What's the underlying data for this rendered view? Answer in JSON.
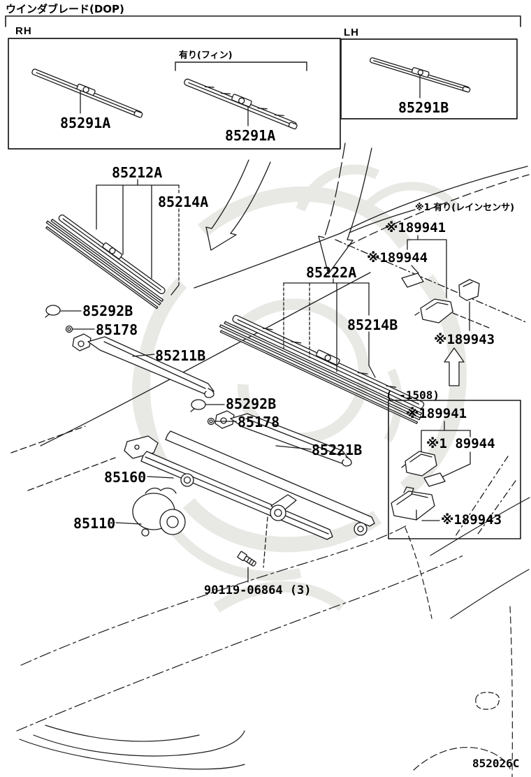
{
  "header": {
    "title": "ウインダブレード(DOP)"
  },
  "rh_panel": {
    "label": "RH",
    "part1": "85291A",
    "fin_note": "有り(フィン)",
    "part2": "85291A"
  },
  "lh_panel": {
    "label": "LH",
    "part": "85291B"
  },
  "main": {
    "blade1": {
      "frame": "85212A",
      "refill": "85214A"
    },
    "blade2": {
      "frame": "85222A",
      "refill": "85214B"
    },
    "arm_rh": {
      "cap": "85292B",
      "nut": "85178",
      "arm": "85211B"
    },
    "arm_lh": {
      "cap": "85292B",
      "nut": "85178",
      "arm": "85221B"
    },
    "link": "85160",
    "motor": "85110",
    "bolt": "90119-06864 (3)"
  },
  "sensor": {
    "note": "※1 有り(レインセンサ)",
    "upper": {
      "sensor": "※189941",
      "plate": "※189944",
      "cover": "※189943"
    },
    "range_note": "( -1508)",
    "boxed": {
      "sensor": "※189941",
      "plate": "※1 89944",
      "cover": "※189943"
    }
  },
  "footer": {
    "diagram_code": "852026C"
  },
  "colors": {
    "ink": "#1a1a1a",
    "watermark": "#e8e8e5",
    "background": "#ffffff"
  }
}
